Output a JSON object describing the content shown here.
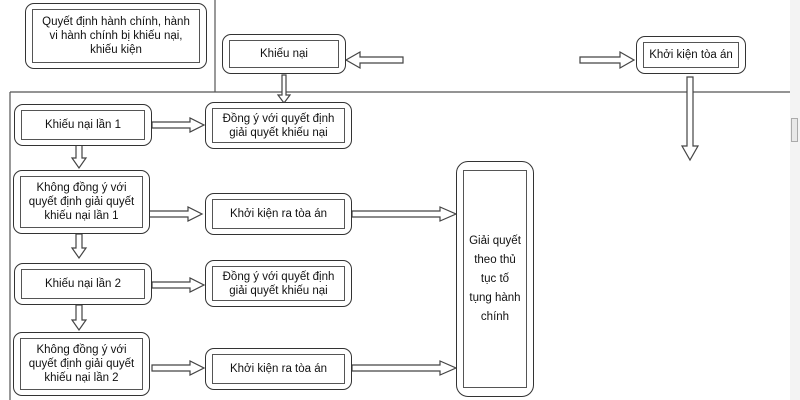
{
  "diagram": {
    "nodes": {
      "decision": "Quyết định hành chính, hành\nvi hành chính bị  khiếu nại,\nkhiếu kiện",
      "complaint": "Khiếu nại",
      "lawsuit_top": "Khởi kiện tòa án",
      "complaint_1": "Khiếu nại lần 1",
      "agree_1": "Đồng ý với quyết định\ngiải quyết khiếu nại",
      "disagree_1": "Không đồng ý với\nquyết định giải quyết\nkhiếu nại lần  1",
      "lawsuit_1": "Khởi kiện ra tòa án",
      "complaint_2": "Khiếu nại lần 2",
      "agree_2": "Đồng ý với quyết định\ngiải quyết khiếu nại",
      "disagree_2": "Không đồng ý với\nquyết định giải quyết\nkhiếu nại lần 2",
      "lawsuit_2": "Khởi kiện ra tòa án",
      "resolve": "Giải quyết\ntheo thủ\ntục tố\ntụng hành\nchính"
    },
    "line_color": "#333333",
    "arrow_fill": "#ffffff"
  }
}
